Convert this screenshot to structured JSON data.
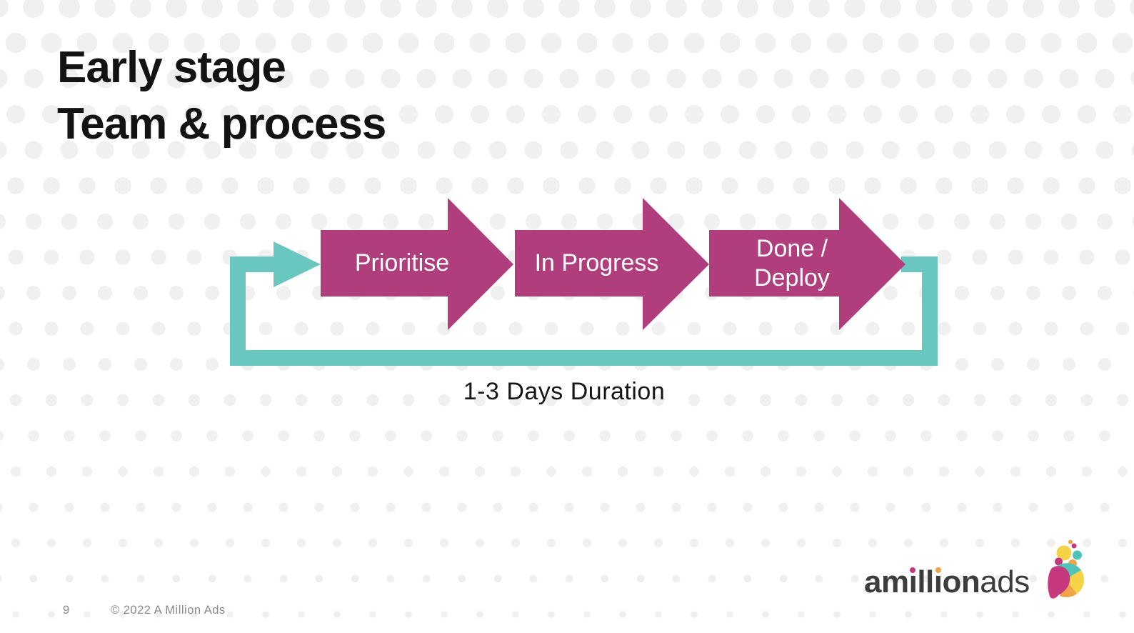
{
  "slide": {
    "title": {
      "line1": "Early stage",
      "line2": "Team & process"
    },
    "diagram": {
      "steps": [
        {
          "label": "Prioritise"
        },
        {
          "label": "In Progress"
        },
        {
          "label": "Done /\nDeploy"
        }
      ],
      "loop_label": "1-3 Days Duration"
    },
    "footer": {
      "page_number": "9",
      "copyright": "© 2022 A Million Ads"
    },
    "logo": {
      "part1": "am",
      "i1": "ı",
      "part2": "ll",
      "i2": "ı",
      "part3": "on",
      "suffix": "ads"
    },
    "colors": {
      "arrow_magenta": "#b03e7c",
      "loop_teal": "#6ac7bf",
      "title_text": "#131313",
      "step_label_text": "#ffffff",
      "footer_text": "#8a8a8a",
      "logo_text": "#3d3d3d",
      "logo_pink": "#c7397f",
      "logo_orange": "#f0a347",
      "logo_yellow": "#f5d348",
      "logo_teal": "#4fc3b8",
      "background_dot": "#f0f0f0"
    }
  }
}
